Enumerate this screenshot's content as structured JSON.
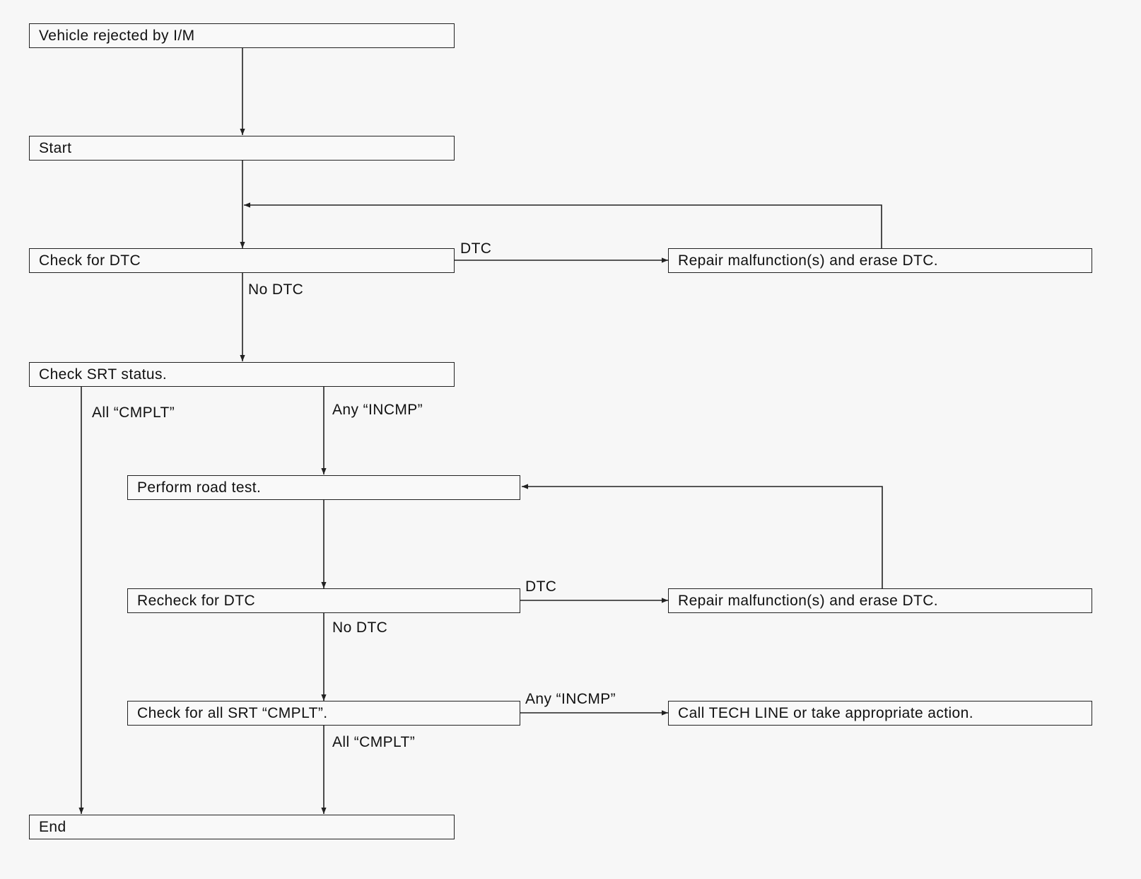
{
  "nodes": {
    "rejected": "Vehicle rejected by I/M",
    "start": "Start",
    "check_dtc": "Check for DTC",
    "repair_1": "Repair malfunction(s) and erase DTC.",
    "check_srt": "Check SRT status.",
    "road_test": "Perform road test.",
    "recheck_dtc": "Recheck for DTC",
    "repair_2": "Repair malfunction(s) and erase DTC.",
    "check_all_srt": "Check for all SRT “CMPLT”.",
    "call_tech": "Call TECH LINE or take appropriate action.",
    "end": "End"
  },
  "edge_labels": {
    "dtc_1": "DTC",
    "no_dtc_1": "No DTC",
    "all_cmplt_1": "All “CMPLT”",
    "any_incmp_1": "Any “INCMP”",
    "dtc_2": "DTC",
    "no_dtc_2": "No DTC",
    "any_incmp_2": "Any “INCMP”",
    "all_cmplt_2": "All “CMPLT”"
  },
  "colors": {
    "line": "#222222",
    "background": "#f7f7f7"
  }
}
